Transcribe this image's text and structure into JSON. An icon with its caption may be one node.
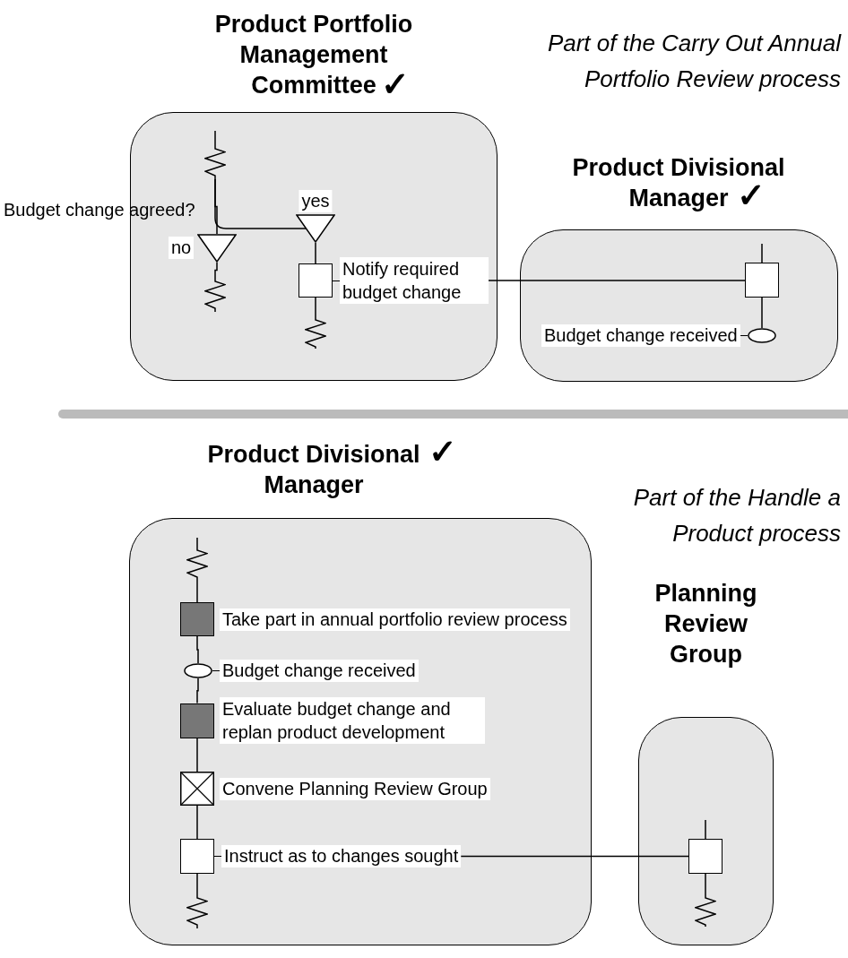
{
  "diagram": {
    "nodes": [
      {
        "text": [
          "Product Portfolio Management Committee",
          "✓"
        ]
      },
      {
        "text": [],
        "shape": "zigzag",
        "in": 0
      },
      {
        "text": [
          "no"
        ],
        "beside": [
          "Budget change agreed?"
        ],
        "in": 0
      },
      {
        "text": [
          "yes"
        ],
        "in": 0
      },
      {
        "text": [],
        "shape": "zigzag",
        "in": 0
      },
      {
        "text": [
          "Notify required budget change"
        ],
        "in": 0
      },
      {
        "text": [],
        "shape": "zigzag",
        "in": 0
      },
      {
        "text": [
          "Product Divisional Manager",
          "✓"
        ]
      },
      {
        "text": [],
        "shape": "box",
        "in": 7
      },
      {
        "text": [
          "Budget change received"
        ],
        "in": 7
      },
      {
        "text": [
          "Product Divisional Manager",
          "✓"
        ]
      },
      {
        "text": [],
        "shape": "zigzag",
        "in": 10
      },
      {
        "text": [
          "Take part in annual portfolio review process"
        ],
        "in": 10
      },
      {
        "text": [
          "Budget change received"
        ],
        "in": 10
      },
      {
        "text": [
          "Evaluate budget change and replan product development"
        ],
        "in": 10
      },
      {
        "text": [
          "Convene Planning Review Group"
        ],
        "in": 10
      },
      {
        "text": [
          "Instruct as to changes sought"
        ],
        "in": 10
      },
      {
        "text": [],
        "shape": "zigzag",
        "in": 10
      },
      {
        "text": [
          "Planning Review Group"
        ]
      },
      {
        "text": [],
        "shape": "box",
        "in": 18
      },
      {
        "text": [],
        "shape": "zigzag",
        "in": 18
      }
    ],
    "edges": [
      {
        "from": 1,
        "to": 2,
        "arrow": "none"
      },
      {
        "from": 1,
        "to": 3,
        "arrow": "none"
      },
      {
        "from": 2,
        "to": 4,
        "arrow": "none"
      },
      {
        "from": 3,
        "to": 5,
        "arrow": "none"
      },
      {
        "from": 5,
        "to": 6,
        "arrow": "none"
      },
      {
        "from": 5,
        "to": 8,
        "arrow": "none"
      },
      {
        "from": null,
        "to": 8,
        "arrow": "none"
      },
      {
        "from": 8,
        "to": 9,
        "arrow": "none"
      },
      {
        "from": 11,
        "to": 12,
        "arrow": "none"
      },
      {
        "from": 12,
        "to": 13,
        "arrow": "none"
      },
      {
        "from": 13,
        "to": 14,
        "arrow": "none"
      },
      {
        "from": 14,
        "to": 15,
        "arrow": "none"
      },
      {
        "from": 15,
        "to": 16,
        "arrow": "none"
      },
      {
        "from": 16,
        "to": 17,
        "arrow": "none"
      },
      {
        "from": 16,
        "to": 19,
        "arrow": "none"
      },
      {
        "from": null,
        "to": 19,
        "arrow": "none"
      },
      {
        "from": 19,
        "to": 20,
        "arrow": "none"
      }
    ],
    "labels": [
      "Part of the Carry Out Annual Portfolio Review process",
      "Part of the Handle a Product process"
    ]
  }
}
